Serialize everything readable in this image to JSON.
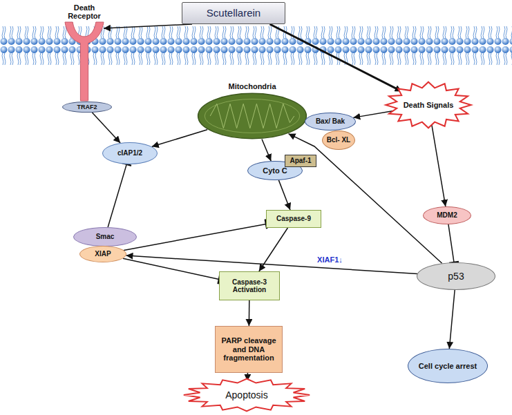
{
  "diagram": {
    "nodes": [
      {
        "text": [
          "Scutellarein"
        ]
      },
      {
        "text": [
          "Death Receptor"
        ]
      },
      {
        "text": [
          "TRAF2"
        ]
      },
      {
        "text": [
          "cIAP1/2"
        ]
      },
      {
        "text": [
          "Mitochondria"
        ]
      },
      {
        "text": [
          "Bax/ Bak"
        ]
      },
      {
        "text": [
          "Bcl- XL"
        ]
      },
      {
        "text": [
          "Cyto C"
        ]
      },
      {
        "text": [
          "Apaf-1"
        ]
      },
      {
        "text": [
          "Death Signals"
        ]
      },
      {
        "text": [
          "Smac"
        ]
      },
      {
        "text": [
          "XIAP"
        ]
      },
      {
        "text": [
          "Caspase-9"
        ]
      },
      {
        "text": [
          "Caspase-3 Activation"
        ]
      },
      {
        "text": [
          "MDM2"
        ]
      },
      {
        "text": [
          "p53"
        ]
      },
      {
        "text": [
          "Cell cycle arrest"
        ]
      },
      {
        "text": [
          "PARP cleavage and DNA fragmentation"
        ]
      },
      {
        "text": [
          "Apoptosis"
        ]
      }
    ],
    "edges": [
      {
        "from": 0,
        "to": 1,
        "arrow": "to"
      },
      {
        "from": 0,
        "to": 9,
        "arrow": "to"
      },
      {
        "from": 2,
        "to": 3,
        "arrow": "to"
      },
      {
        "from": 4,
        "to": 3,
        "arrow": "to"
      },
      {
        "from": 9,
        "to": 5,
        "arrow": "to"
      },
      {
        "from": 4,
        "to": 7,
        "arrow": "to"
      },
      {
        "from": 7,
        "to": 12,
        "arrow": "to"
      },
      {
        "from": 12,
        "to": 13,
        "arrow": "to"
      },
      {
        "from": 11,
        "to": 12,
        "arrow": "to"
      },
      {
        "from": 11,
        "to": 13,
        "arrow": "to"
      },
      {
        "from": 10,
        "to": 3,
        "arrow": "to"
      },
      {
        "from": 9,
        "to": 14,
        "arrow": "to"
      },
      {
        "from": 14,
        "to": 15,
        "arrow": "to"
      },
      {
        "from": 15,
        "to": 4,
        "arrow": "to"
      },
      {
        "from": 15,
        "to": 11,
        "label": "XIAF1↓",
        "arrow": "to"
      },
      {
        "from": 15,
        "to": 16,
        "arrow": "to"
      },
      {
        "from": 13,
        "to": 17,
        "arrow": "to"
      },
      {
        "from": 17,
        "to": 18,
        "arrow": "to"
      }
    ]
  }
}
